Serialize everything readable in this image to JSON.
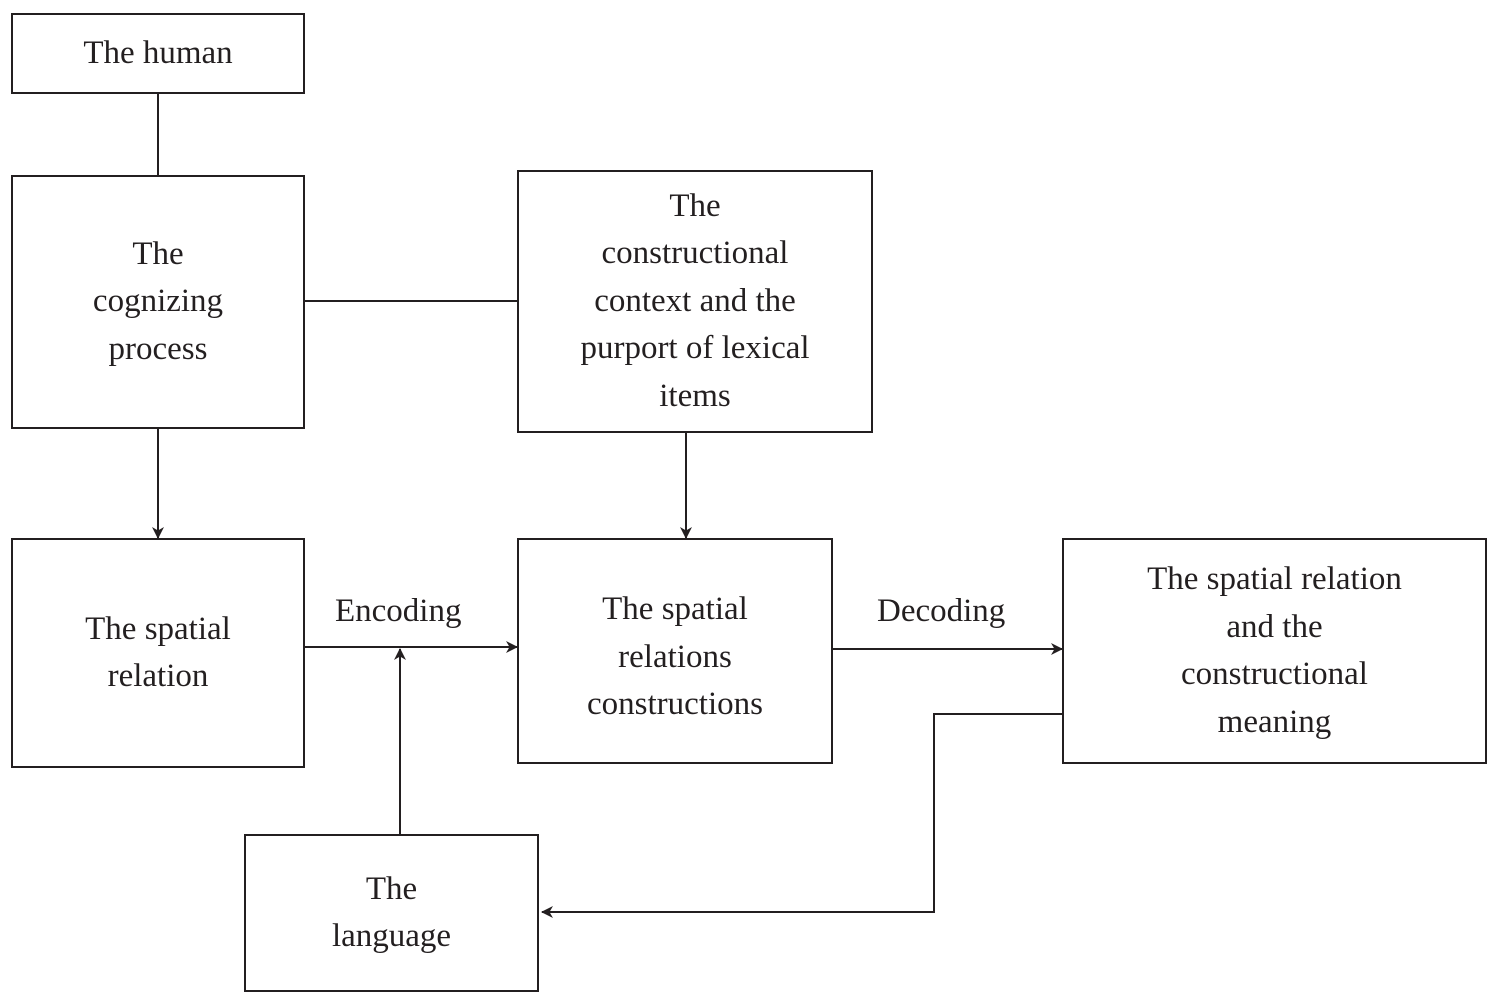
{
  "colors": {
    "line": "#231f20",
    "background": "#ffffff",
    "text": "#231f20"
  },
  "nodes": {
    "human": {
      "lines": [
        "The human"
      ]
    },
    "cognizing": {
      "lines": [
        "The",
        "cognizing",
        "process"
      ]
    },
    "context": {
      "lines": [
        "The",
        "constructional",
        "context and the",
        "purport of lexical",
        "items"
      ]
    },
    "spatial_relation": {
      "lines": [
        "The spatial",
        "relation"
      ]
    },
    "constructions": {
      "lines": [
        "The spatial",
        "relations",
        "constructions"
      ]
    },
    "meaning": {
      "lines": [
        "The spatial relation",
        "and the",
        "constructional",
        "meaning"
      ]
    },
    "language": {
      "lines": [
        "The",
        "language"
      ]
    }
  },
  "edge_labels": {
    "encoding": "Encoding",
    "decoding": "Decoding"
  }
}
